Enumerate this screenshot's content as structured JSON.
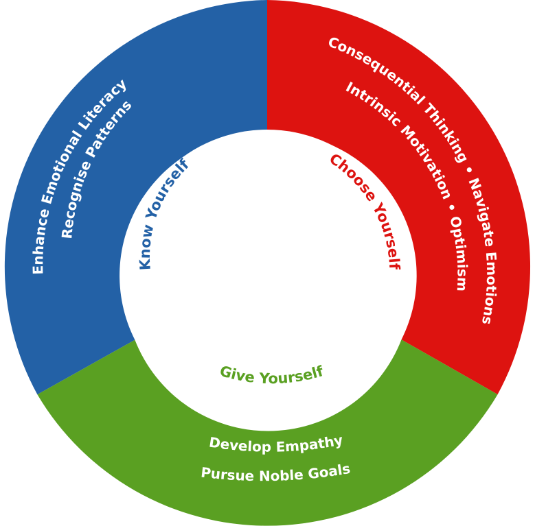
{
  "colors": {
    "know": "#2361a6",
    "choose": "#dd1310",
    "give": "#5aa022",
    "background": "#ffffff"
  },
  "segments": {
    "know": {
      "title": "Know Yourself",
      "outer_line": "Enhance Emotional Literacy",
      "inner_line": "Recognise Patterns"
    },
    "choose": {
      "title": "Choose Yourself",
      "outer_line": "Consequential Thinking • Navigate Emotions",
      "inner_line": "Intrinsic Motivation • Optimism"
    },
    "give": {
      "title": "Give Yourself",
      "outer_line": "Develop Empathy",
      "inner_line": "Pursue Noble Goals"
    }
  }
}
